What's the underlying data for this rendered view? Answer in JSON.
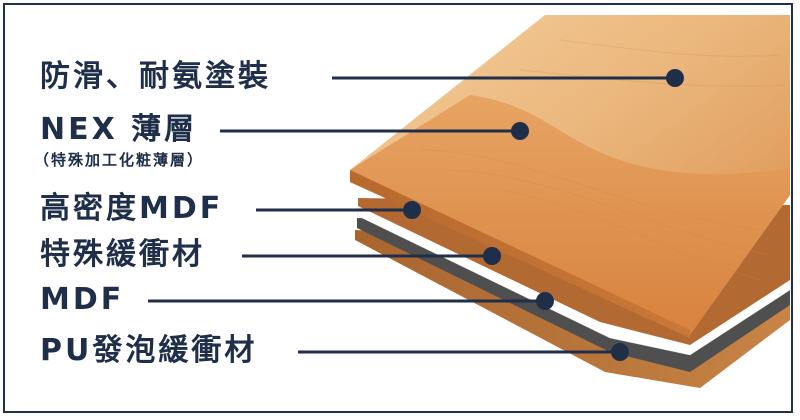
{
  "colors": {
    "text": "#1f2f4a",
    "line": "#1f2f4a",
    "wood_top_light": "#f3c48e",
    "wood_top_dark": "#d9803d",
    "wood_edge": "#b86a2f",
    "white_layer": "#ffffff",
    "gray_layer": "#5a5a5a",
    "bottom_layer": "#b8763a"
  },
  "labels": [
    {
      "id": "antislip",
      "text": "防滑、耐氨塗裝"
    },
    {
      "id": "nex",
      "text": "NEX 薄層"
    },
    {
      "id": "nex_sub",
      "text": "（特殊加工化粧薄層）"
    },
    {
      "id": "hdf",
      "text": "高密度MDF"
    },
    {
      "id": "cushion",
      "text": "特殊緩衝材"
    },
    {
      "id": "mdf",
      "text": "MDF"
    },
    {
      "id": "pu",
      "text": "PU發泡緩衝材"
    }
  ]
}
